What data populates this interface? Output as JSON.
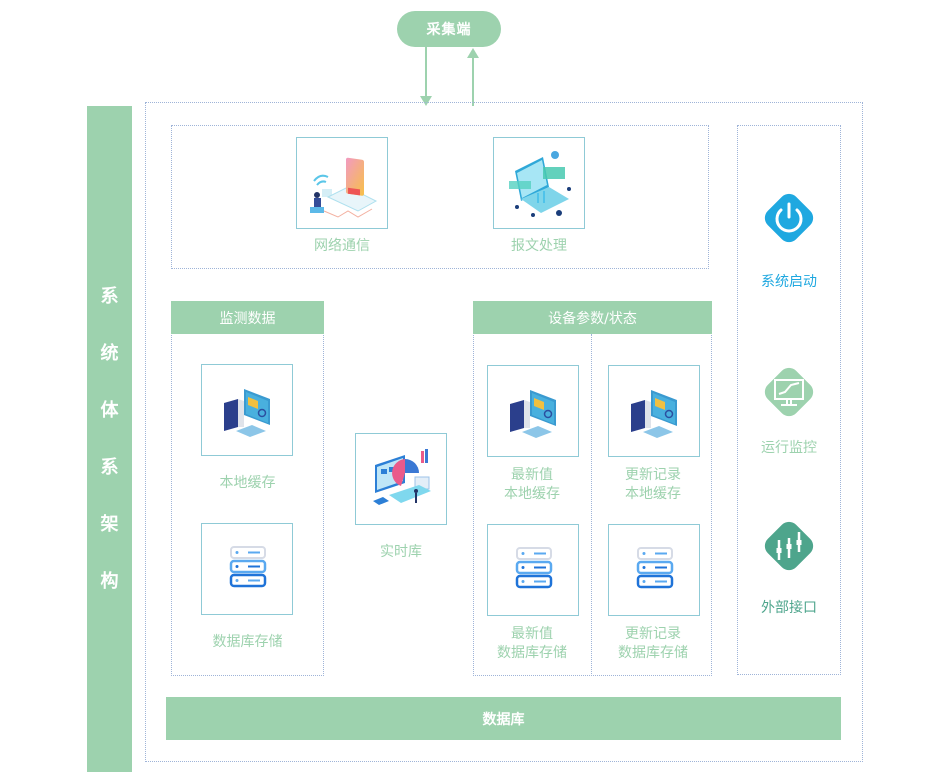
{
  "collector": {
    "label": "采集端"
  },
  "side_title": {
    "chars": [
      "系",
      "统",
      "体",
      "系",
      "架",
      "构"
    ]
  },
  "communication": {
    "items": [
      {
        "label": "网络通信",
        "icon": "network-communication-illustration"
      },
      {
        "label": "报文处理",
        "icon": "message-processing-illustration"
      }
    ]
  },
  "monitor": {
    "header": "监测数据",
    "items": [
      {
        "label": "本地缓存",
        "icon": "desktop-computer-icon"
      },
      {
        "label": "数据库存储",
        "icon": "database-server-icon"
      }
    ]
  },
  "realtime": {
    "label": "实时库",
    "icon": "realtime-dashboard-illustration"
  },
  "device": {
    "header": "设备参数/状态",
    "items": [
      {
        "line1": "最新值",
        "line2": "本地缓存",
        "icon": "desktop-computer-icon"
      },
      {
        "line1": "更新记录",
        "line2": "本地缓存",
        "icon": "desktop-computer-icon"
      },
      {
        "line1": "最新值",
        "line2": "数据库存储",
        "icon": "database-server-icon"
      },
      {
        "line1": "更新记录",
        "line2": "数据库存储",
        "icon": "database-server-icon"
      }
    ]
  },
  "system": {
    "items": [
      {
        "label": "系统启动",
        "icon": "power-icon",
        "color": "#1fa8e0"
      },
      {
        "label": "运行监控",
        "icon": "monitor-chart-icon",
        "color": "#9dd2ae"
      },
      {
        "label": "外部接口",
        "icon": "sliders-icon",
        "color": "#4ea58c"
      }
    ]
  },
  "database": {
    "label": "数据库"
  },
  "colors": {
    "accent_green": "#9dd2ae",
    "dotted_border": "#9fb4d8",
    "card_border": "#8fcad6"
  }
}
